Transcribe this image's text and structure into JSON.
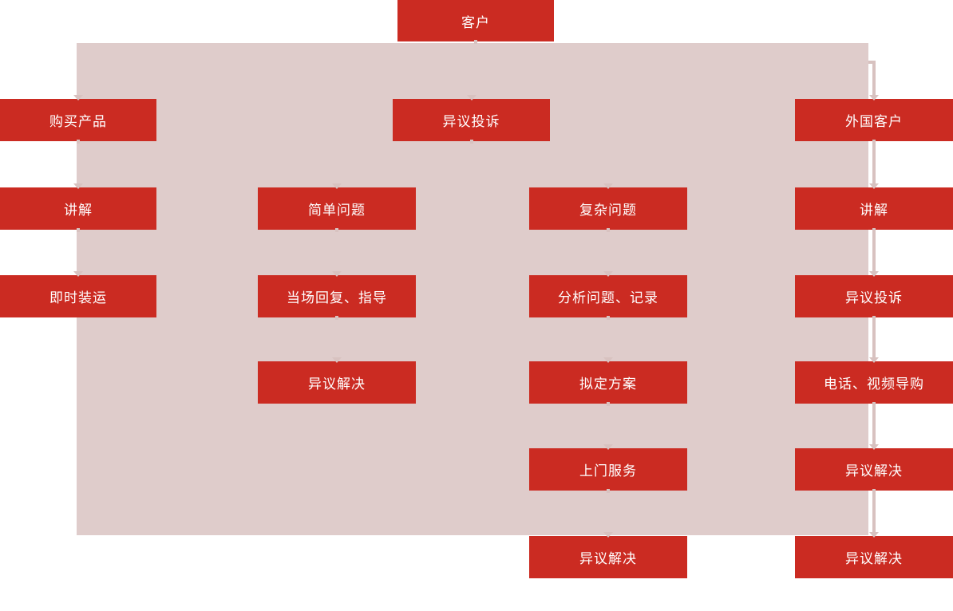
{
  "diagram": {
    "type": "flowchart",
    "language": "zh-CN",
    "colors": {
      "box_fill": "#cb2b22",
      "box_text": "#ffffff",
      "panel_background": "#dfcccb",
      "connector": "#d8c2c0",
      "page_background": "#ffffff"
    },
    "nodes": [
      {
        "id": "customer",
        "label": "客户"
      },
      {
        "id": "buy-product",
        "label": "购买产品"
      },
      {
        "id": "explain-left",
        "label": "讲解"
      },
      {
        "id": "immediate-shipment",
        "label": "即时装运"
      },
      {
        "id": "objection-complaint-center",
        "label": "异议投诉"
      },
      {
        "id": "simple-problem",
        "label": "简单问题"
      },
      {
        "id": "onsite-reply-guidance",
        "label": "当场回复、指导"
      },
      {
        "id": "objection-resolved-simple",
        "label": "异议解决"
      },
      {
        "id": "complex-problem",
        "label": "复杂问题"
      },
      {
        "id": "analyze-problem-record",
        "label": "分析问题、记录"
      },
      {
        "id": "draft-plan",
        "label": "拟定方案"
      },
      {
        "id": "door-to-door-service",
        "label": "上门服务"
      },
      {
        "id": "objection-resolved-complex",
        "label": "异议解决"
      },
      {
        "id": "foreign-customer",
        "label": "外国客户"
      },
      {
        "id": "explain-right",
        "label": "讲解"
      },
      {
        "id": "objection-complaint-right",
        "label": "异议投诉"
      },
      {
        "id": "phone-video-guide",
        "label": "电话、视频导购"
      },
      {
        "id": "objection-resolved-right-1",
        "label": "异议解决"
      },
      {
        "id": "objection-resolved-right-2",
        "label": "异议解决"
      }
    ],
    "edges": [
      {
        "from": "customer",
        "to": "buy-product"
      },
      {
        "from": "buy-product",
        "to": "explain-left"
      },
      {
        "from": "explain-left",
        "to": "immediate-shipment"
      },
      {
        "from": "customer",
        "to": "objection-complaint-center"
      },
      {
        "from": "objection-complaint-center",
        "to": "simple-problem"
      },
      {
        "from": "simple-problem",
        "to": "onsite-reply-guidance"
      },
      {
        "from": "onsite-reply-guidance",
        "to": "objection-resolved-simple"
      },
      {
        "from": "objection-complaint-center",
        "to": "complex-problem"
      },
      {
        "from": "complex-problem",
        "to": "analyze-problem-record"
      },
      {
        "from": "analyze-problem-record",
        "to": "draft-plan"
      },
      {
        "from": "draft-plan",
        "to": "door-to-door-service"
      },
      {
        "from": "door-to-door-service",
        "to": "objection-resolved-complex"
      },
      {
        "from": "customer",
        "to": "foreign-customer"
      },
      {
        "from": "foreign-customer",
        "to": "explain-right"
      },
      {
        "from": "explain-right",
        "to": "objection-complaint-right"
      },
      {
        "from": "objection-complaint-right",
        "to": "phone-video-guide"
      },
      {
        "from": "phone-video-guide",
        "to": "objection-resolved-right-1"
      },
      {
        "from": "objection-resolved-right-1",
        "to": "objection-resolved-right-2"
      }
    ]
  }
}
